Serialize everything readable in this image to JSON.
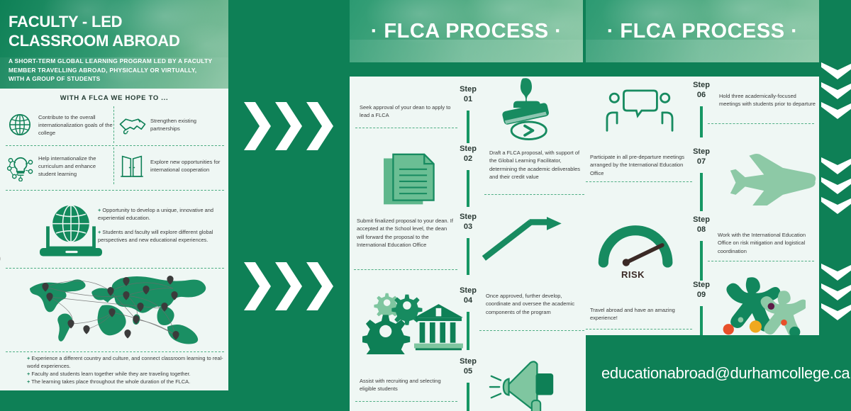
{
  "left": {
    "title": "FACULTY - LED\nCLASSROOM ABROAD",
    "title_line1": "FACULTY - LED",
    "title_line2": "CLASSROOM ABROAD",
    "subtitle": "A SHORT-TERM GLOBAL LEARNING PROGRAM LED BY A FACULTY MEMBER TRAVELLING ABROAD, PHYSICALLY OR VIRTUALLY, WITH A GROUP OF STUDENTS",
    "hope_heading": "WITH A FLCA WE HOPE TO ...",
    "hope_items": [
      {
        "icon": "globe-icon",
        "text": "Contribute to the overall internationalization goals of the college"
      },
      {
        "icon": "handshake-icon",
        "text": "Strengthen existing partnerships"
      },
      {
        "icon": "lightbulb-network-icon",
        "text": "Help internationalize the curriculum and enhance student learning"
      },
      {
        "icon": "open-doors-icon",
        "text": "Explore new opportunities for international cooperation"
      }
    ],
    "benefits_word": "BENEFITS",
    "benefits_icon": "laptop-globe-icon",
    "benefits_top": [
      "Opportunity to develop a unique, innovative and experiential education.",
      "Students and faculty will explore different global perspectives and new educational experiences."
    ],
    "map_icon": "world-map-connections-icon",
    "benefits_bottom": [
      "Experience a different country and culture, and connect classroom learning to real-world experiences.",
      "Faculty and students learn together while they are traveling together.",
      "The learning takes place throughout the whole duration of the FLCA."
    ]
  },
  "process": {
    "header_left": "· FLCA PROCESS ·",
    "header_right": "· FLCA PROCESS ·",
    "steps": [
      {
        "num_label": "Step",
        "num": "01",
        "text": "Seek approval of your dean to apply to lead a FLCA",
        "icon": "rubber-stamp-icon",
        "side": "text-left"
      },
      {
        "num_label": "Step",
        "num": "02",
        "text": "Draft a FLCA proposal, with support of the Global Learning Facilitator, determining the academic deliverables and their credit value",
        "icon": "documents-icon",
        "side": "text-right"
      },
      {
        "num_label": "Step",
        "num": "03",
        "text": "Submit finalized proposal to your dean. If accepted at the School level, the dean will forward the proposal to the International Education Office",
        "icon": "growth-arrow-icon",
        "side": "text-left"
      },
      {
        "num_label": "Step",
        "num": "04",
        "text": "Once approved, further develop, coordinate and oversee the academic components of the program",
        "icon": "gears-institution-icon",
        "side": "text-right"
      },
      {
        "num_label": "Step",
        "num": "05",
        "text": "Assist with recruiting and selecting eligible students",
        "icon": "megaphone-icon",
        "side": "text-left"
      },
      {
        "num_label": "Step",
        "num": "06",
        "text": "Hold three academically-focused meetings with students prior to departure",
        "icon": "meeting-people-icon",
        "side": "text-right"
      },
      {
        "num_label": "Step",
        "num": "07",
        "text": "Participate in all pre-departure meetings arranged by the International Education Office",
        "icon": "airplane-icon",
        "side": "text-left"
      },
      {
        "num_label": "Step",
        "num": "08",
        "text": "Work with the International Education Office on risk mitigation and logistical coordination",
        "icon": "risk-gauge-icon",
        "side": "text-right",
        "icon_label": "RISK"
      },
      {
        "num_label": "Step",
        "num": "09",
        "text": "Travel abroad and have an amazing experience!",
        "icon": "celebrating-people-icon",
        "side": "text-left"
      }
    ]
  },
  "contact": {
    "email": "educationabroad@durhamcollege.ca"
  },
  "colors": {
    "brand_green": "#0E8056",
    "mid_green": "#169764",
    "light_green": "#8DC9A6",
    "panel_bg": "#EFF7F4",
    "dark_text": "#3B2A26",
    "accent_orange": "#E8502A",
    "accent_yellow": "#F0A81E",
    "accent_purple": "#5C1A46"
  },
  "decor": {
    "right_chevrons_label": "chevron-down-triple",
    "middle_chevrons_label": "chevron-right-triple"
  }
}
